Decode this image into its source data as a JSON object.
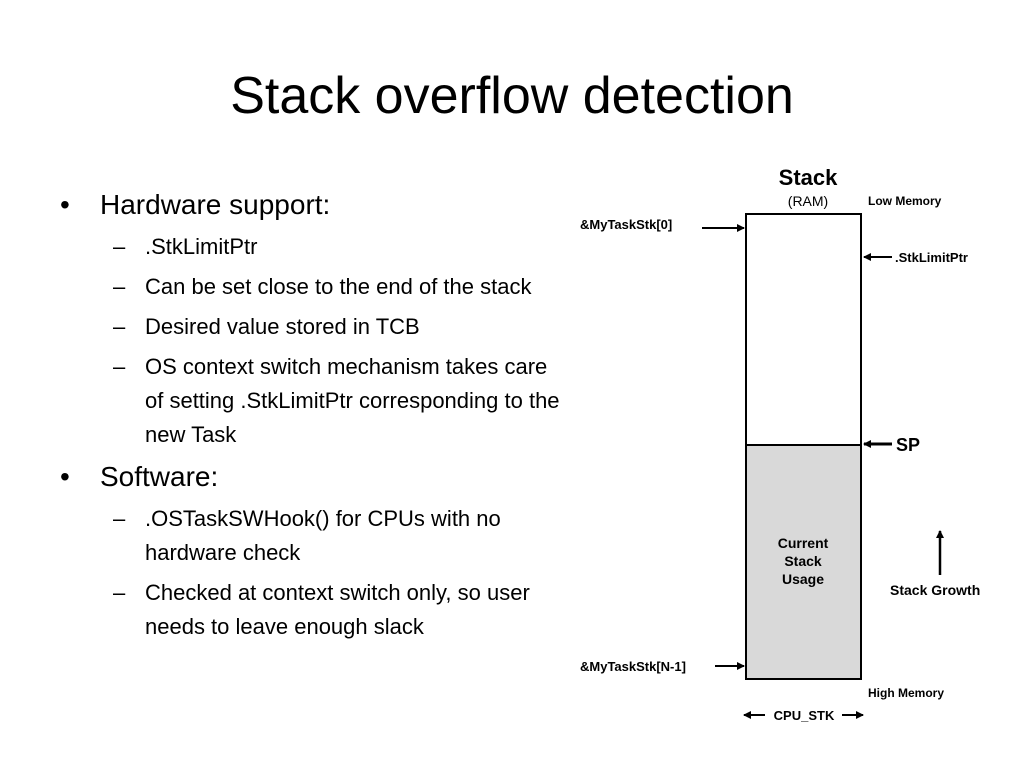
{
  "title": "Stack overflow detection",
  "bullets": [
    {
      "text": "Hardware support:",
      "mark": "•",
      "children": [
        {
          "text": ".StkLimitPtr",
          "mark": "–"
        },
        {
          "text": "Can be set close to the end of the stack",
          "mark": "–"
        },
        {
          "text": "Desired value stored in TCB",
          "mark": "–"
        },
        {
          "text": "OS context switch mechanism takes care of setting .StkLimitPtr corresponding to the new Task",
          "mark": "–"
        }
      ]
    },
    {
      "text": "Software:",
      "mark": "•",
      "children": [
        {
          "text": ".OSTaskSWHook() for CPUs with no hardware check",
          "mark": "–"
        },
        {
          "text": "Checked at context switch only, so user needs to leave enough slack",
          "mark": "–"
        }
      ]
    }
  ],
  "diagram": {
    "heading": "Stack",
    "subheading": "(RAM)",
    "low_memory": "Low Memory",
    "high_memory": "High Memory",
    "top_pointer": "&MyTaskStk[0]",
    "bottom_pointer": "&MyTaskStk[N-1]",
    "limit_pointer": ".StkLimitPtr",
    "sp_label": "SP",
    "usage_lines": [
      "Current",
      "Stack",
      "Usage"
    ],
    "growth_label": "Stack Growth",
    "width_label": "CPU_STK",
    "used_fill": "#d9d9d9",
    "free_fill": "#ffffff"
  }
}
